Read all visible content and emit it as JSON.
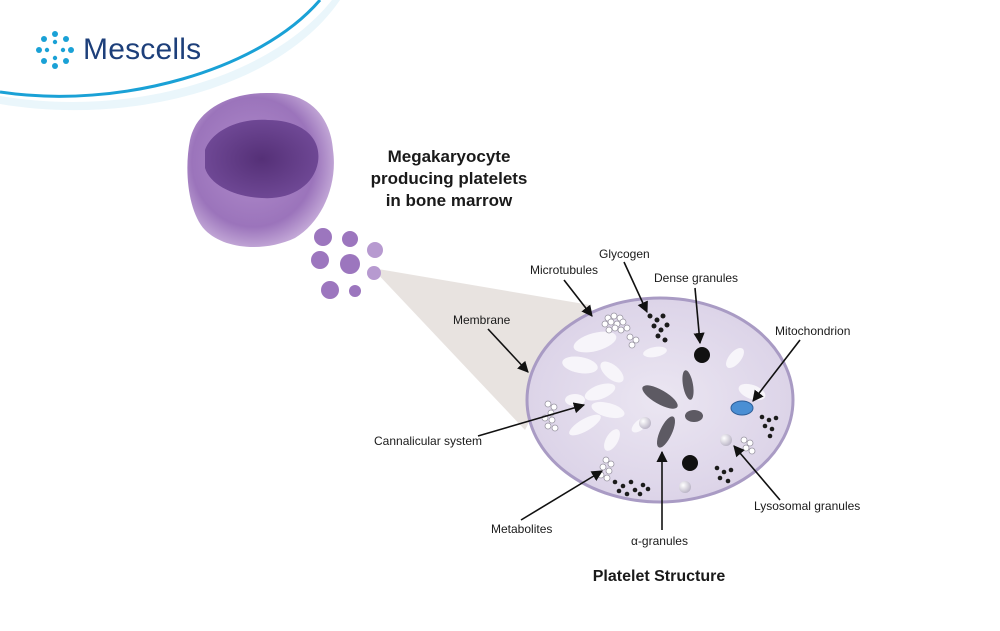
{
  "brand": {
    "name": "Mescells",
    "icon": "mescells-logo-icon",
    "accent": "#1aa1d6",
    "text_color": "#1d3f7a"
  },
  "heading": {
    "line1": "Megakaryocyte",
    "line2": "producing platelets",
    "line3": "in bone marrow"
  },
  "labels": {
    "glycogen": "Glycogen",
    "microtubules": "Microtubules",
    "dense_granules": "Dense granules",
    "membrane": "Membrane",
    "mitochondrion": "Mitochondrion",
    "cannalicular_system": "Cannalicular system",
    "lysosomal_granules": "Lysosomal granules",
    "metabolites": "Metabolites",
    "alpha_granules": "α-granules"
  },
  "title": "Platelet Structure",
  "colors": {
    "cell": "#8a5aa8",
    "nucleus": "#5b3a82",
    "platelet_fill": "#ddd6e8",
    "platelet_rim": "#a99bc4",
    "mitochondrion": "#4a8fd4"
  }
}
